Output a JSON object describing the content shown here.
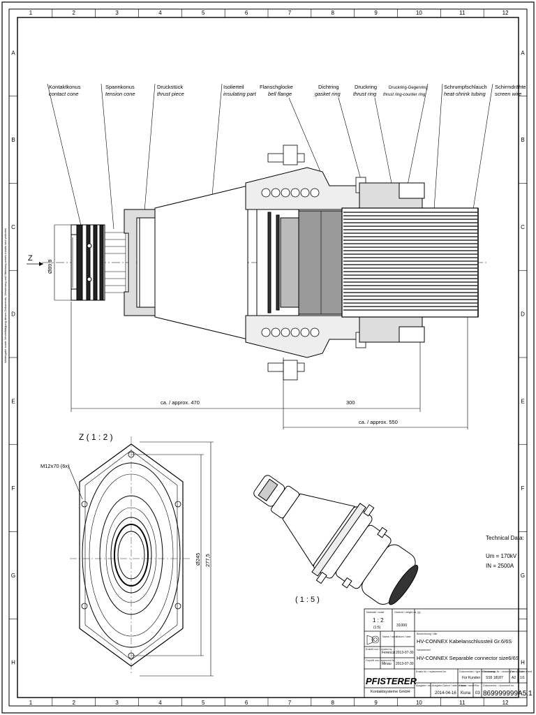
{
  "grid": {
    "columns": [
      "1",
      "2",
      "3",
      "4",
      "5",
      "6",
      "7",
      "8",
      "9",
      "10",
      "11",
      "12"
    ],
    "rows": [
      "A",
      "B",
      "C",
      "D",
      "E",
      "F",
      "G",
      "H"
    ]
  },
  "callouts": [
    {
      "de": "Kontaktkonus",
      "en": "contact cone"
    },
    {
      "de": "Spannkonus",
      "en": "tension cone"
    },
    {
      "de": "Druckstück",
      "en": "thrust piece"
    },
    {
      "de": "Isolierteil",
      "en": "insulating part"
    },
    {
      "de": "Flanschglocke",
      "en": "bell flange"
    },
    {
      "de": "Dichtring",
      "en": "gasket ring"
    },
    {
      "de": "Druckring",
      "en": "thrust ring"
    },
    {
      "de": "Druckring-Gegenring",
      "en": "thrust ring-counter ring"
    },
    {
      "de": "Schrumpfschlauch",
      "en": "heat-shrink tubing"
    },
    {
      "de": "Schirmdrähte",
      "en": "screen wire"
    }
  ],
  "axis_label": "Z",
  "dimensions": {
    "diameter_main": "Ø89,8",
    "len_470": "ca. / approx. 470",
    "len_300": "300",
    "len_550": "ca. / approx. 550",
    "diameter_flange": "Ø245",
    "height_flange": "277,5",
    "bolts": "M12x70 (6x)"
  },
  "views": {
    "detail_z": "Z ( 1 : 2 )",
    "iso_scale": "( 1 : 5 )"
  },
  "technical_data": {
    "title": "Technical Data:",
    "um": "Um = 170kV",
    "in": "IN   = 2500A"
  },
  "title_block": {
    "scale_label": "Maßstab / scale",
    "scale": "1 : 2",
    "scale_sub": "(1:5)",
    "weight_label": "Gewicht / weight ca. (g)",
    "weight": "31000",
    "desc_label": "Bezeichnung / title",
    "title_de": "HV-CONNEX Kabelanschlussteil Gr.6/6S",
    "variant_label": "Variantenteil",
    "title_en": "HV-CONNEX Separable connector size6/6S",
    "name_label": "Name / name",
    "date_label": "Datum / date",
    "drawn_label": "Erstellt von / created by",
    "drawn_name": "Ferenczi",
    "drawn_date": "2013-07-30",
    "approved_label": "Geprüft von / approved by",
    "approved_name": "Minau",
    "approved_date": "2013-07-30",
    "company": "PFISTERER",
    "company_sub": "Kontaktsysteme GmbH",
    "replaces_label": "Ersatz für / replacement for",
    "doctype_label": "Dokumentart / type of document",
    "doctype": "Für Kunden",
    "customer_no_label": "Zeichnungs-Nr. / drawing no.",
    "customer_no": "SS5 18187",
    "format_label": "Format / size",
    "format": "A2",
    "sheet_label": "Blatt / sheet",
    "sheet": "1/1",
    "rev_label": "Ausgabe / rev.",
    "rev_date_label": "Ausgabe-Datum / date of issue",
    "rev_date": "2014-04-16",
    "rev_name_label": "Name / name",
    "rev_name": "Kuna",
    "rev_no_label": "Rev.",
    "rev_no": "03",
    "docno_label": "Dokumentnr. / document no.",
    "docno": "869999999A5.1"
  },
  "side_note": "Weitergabe sowie Vervielfältigung dieses Dokuments, Verwertung und Mitteilung seines Inhalts sind verboten"
}
